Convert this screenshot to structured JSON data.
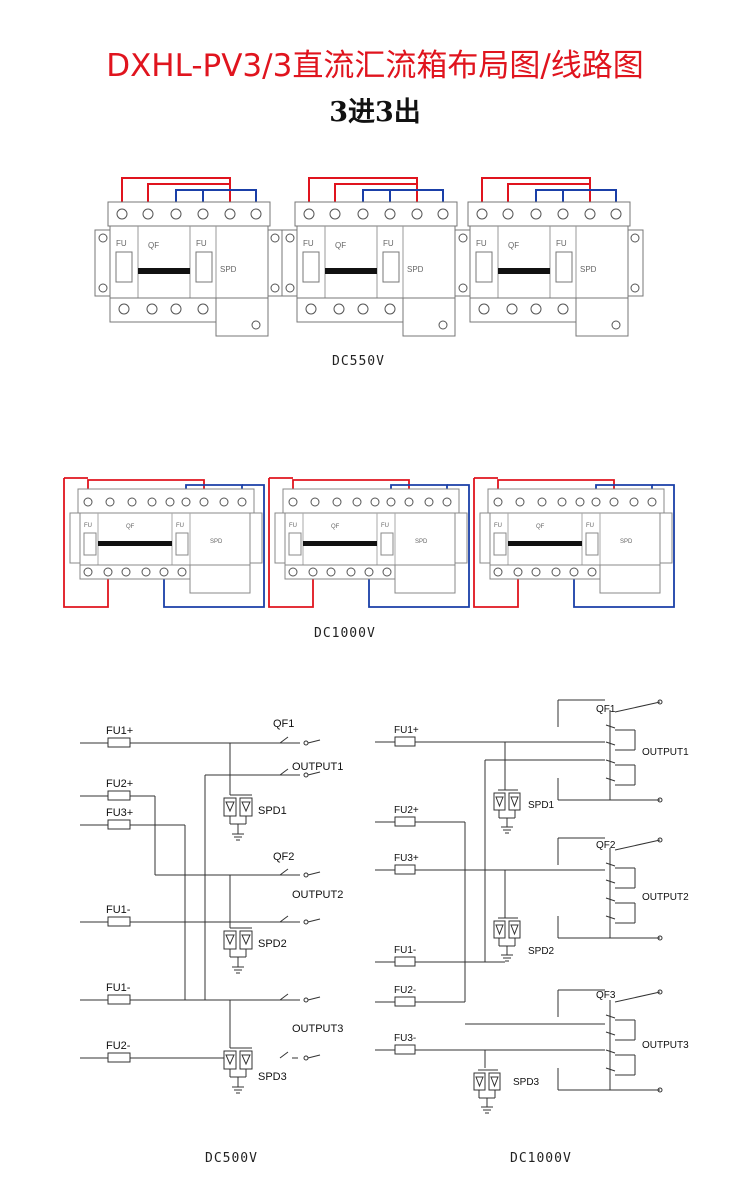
{
  "header": {
    "title": "DXHL-PV3/3直流汇流箱布局图/线路图",
    "subtitle": "3进3出"
  },
  "layout_dc550": {
    "caption": "DC550V",
    "labels": {
      "fu": "FU",
      "qf": "QF",
      "spd": "SPD",
      "plus": "+",
      "minus": "—"
    }
  },
  "layout_dc1000": {
    "caption": "DC1000V",
    "labels": {
      "fu": "FU",
      "qf": "QF",
      "spd": "SPD"
    }
  },
  "schematic_dc500": {
    "caption": "DC500V",
    "inputs": [
      "FU1+",
      "FU2+",
      "FU3+",
      "FU1-",
      "FU1-",
      "FU2-"
    ],
    "breakers": [
      "QF1",
      "QF2"
    ],
    "outputs": [
      "OUTPUT1",
      "OUTPUT2",
      "OUTPUT3"
    ],
    "spds": [
      "SPD1",
      "SPD2",
      "SPD3"
    ]
  },
  "schematic_dc1000": {
    "caption": "DC1000V",
    "inputs": [
      "FU1+",
      "FU2+",
      "FU3+",
      "FU1-",
      "FU2-",
      "FU3-"
    ],
    "breakers": [
      "QF1",
      "QF2",
      "QF3"
    ],
    "outputs": [
      "OUTPUT1",
      "OUTPUT2",
      "OUTPUT3"
    ],
    "spds": [
      "SPD1",
      "SPD2",
      "SPD3"
    ]
  },
  "colors": {
    "title": "#e0141e",
    "positive_wire": "#e0141e",
    "negative_wire": "#1a3fa8",
    "line": "#333333"
  }
}
